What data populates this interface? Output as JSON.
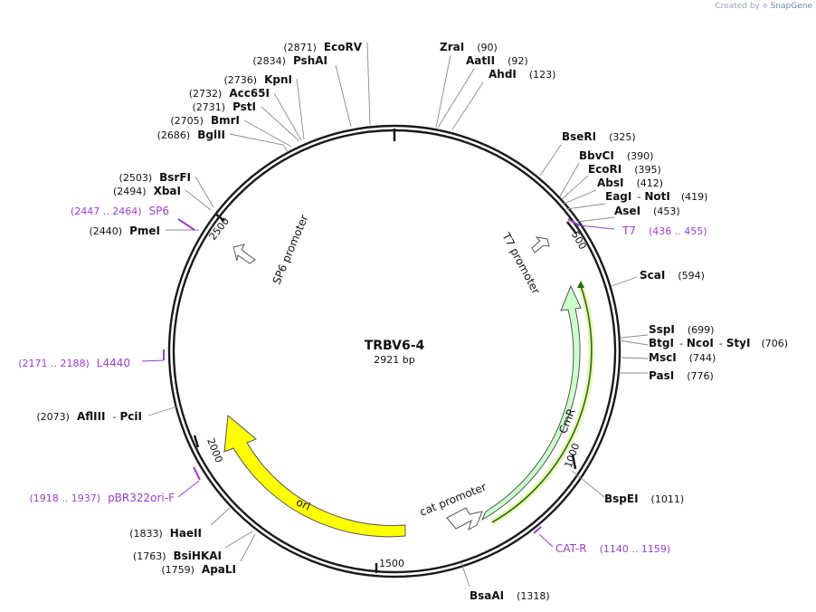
{
  "credit": {
    "prefix": "Created by",
    "brand": "SnapGene"
  },
  "plasmid": {
    "name": "TRBV6-4",
    "length_label": "2921 bp",
    "length": 2921
  },
  "ticks": [
    {
      "pos": 500,
      "label": "500"
    },
    {
      "pos": 1000,
      "label": "1000"
    },
    {
      "pos": 1500,
      "label": "1500"
    },
    {
      "pos": 2000,
      "label": "2000"
    },
    {
      "pos": 2500,
      "label": "2500"
    }
  ],
  "enzymes": [
    {
      "id": "ecorv",
      "parts": [
        "(2871)",
        "EcoRV"
      ],
      "pos": 2871
    },
    {
      "id": "pshai",
      "parts": [
        "(2834)",
        "PshAI"
      ],
      "pos": 2834
    },
    {
      "id": "kpni",
      "parts": [
        "(2736)",
        "KpnI"
      ],
      "pos": 2736
    },
    {
      "id": "acc65i",
      "parts": [
        "(2732)",
        "Acc65I"
      ],
      "pos": 2732
    },
    {
      "id": "psti",
      "parts": [
        "(2731)",
        "PstI"
      ],
      "pos": 2731
    },
    {
      "id": "bmri",
      "parts": [
        "(2705)",
        "BmrI"
      ],
      "pos": 2705
    },
    {
      "id": "bglii",
      "parts": [
        "(2686)",
        "BglII"
      ],
      "pos": 2686
    },
    {
      "id": "bsrfi",
      "parts": [
        "(2503)",
        "BsrFI"
      ],
      "pos": 2503
    },
    {
      "id": "xbai",
      "parts": [
        "(2494)",
        "XbaI"
      ],
      "pos": 2494
    },
    {
      "id": "pmei",
      "parts": [
        "(2440)",
        "PmeI"
      ],
      "pos": 2440
    },
    {
      "id": "aflIII",
      "parts": [
        "(2073)",
        "AflIII",
        "-",
        "PciI"
      ],
      "pos": 2073
    },
    {
      "id": "haeii",
      "parts": [
        "(1833)",
        "HaeII"
      ],
      "pos": 1833
    },
    {
      "id": "bsihkai",
      "parts": [
        "(1763)",
        "BsiHKAI"
      ],
      "pos": 1763
    },
    {
      "id": "apali",
      "parts": [
        "(1759)",
        "ApaLI"
      ],
      "pos": 1759
    },
    {
      "id": "zrai",
      "parts": [
        "ZraI",
        "(90)"
      ],
      "pos": 90
    },
    {
      "id": "aatii",
      "parts": [
        "AatII",
        "(92)"
      ],
      "pos": 92
    },
    {
      "id": "ahdi",
      "parts": [
        "AhdI",
        "(123)"
      ],
      "pos": 123
    },
    {
      "id": "bseri",
      "parts": [
        "BseRI",
        "(325)"
      ],
      "pos": 325
    },
    {
      "id": "bbvci",
      "parts": [
        "BbvCI",
        "(390)"
      ],
      "pos": 390
    },
    {
      "id": "ecori",
      "parts": [
        "EcoRI",
        "(395)"
      ],
      "pos": 395
    },
    {
      "id": "absi",
      "parts": [
        "AbsI",
        "(412)"
      ],
      "pos": 412
    },
    {
      "id": "eagi",
      "parts": [
        "EagI",
        "-",
        "NotI",
        "(419)"
      ],
      "pos": 419
    },
    {
      "id": "asei",
      "parts": [
        "AseI",
        "(453)"
      ],
      "pos": 453
    },
    {
      "id": "scai",
      "parts": [
        "ScaI",
        "(594)"
      ],
      "pos": 594
    },
    {
      "id": "sspi",
      "parts": [
        "SspI",
        "(699)"
      ],
      "pos": 699
    },
    {
      "id": "btgi",
      "parts": [
        "BtgI",
        "-",
        "NcoI",
        "-",
        "StyI",
        "(706)"
      ],
      "pos": 706
    },
    {
      "id": "msci",
      "parts": [
        "MscI",
        "(744)"
      ],
      "pos": 744
    },
    {
      "id": "pasi",
      "parts": [
        "PasI",
        "(776)"
      ],
      "pos": 776
    },
    {
      "id": "bspei",
      "parts": [
        "BspEI",
        "(1011)"
      ],
      "pos": 1011
    },
    {
      "id": "bsaai",
      "parts": [
        "BsaAI",
        "(1318)"
      ],
      "pos": 1318
    }
  ],
  "primers": [
    {
      "id": "sp6",
      "parts": [
        "(2447 .. 2464)",
        "SP6"
      ],
      "start": 2447,
      "end": 2464
    },
    {
      "id": "l4440",
      "parts": [
        "(2171 .. 2188)",
        "L4440"
      ],
      "start": 2171,
      "end": 2188
    },
    {
      "id": "pbr",
      "parts": [
        "(1918 .. 1937)",
        "pBR322ori-F"
      ],
      "start": 1918,
      "end": 1937
    },
    {
      "id": "t7",
      "parts": [
        "T7",
        "(436 .. 455)"
      ],
      "start": 436,
      "end": 455
    },
    {
      "id": "catr",
      "parts": [
        "CAT-R",
        "(1140 .. 1159)"
      ],
      "start": 1140,
      "end": 1159
    }
  ],
  "features": [
    {
      "id": "sp6-promoter",
      "label": "SP6 promoter"
    },
    {
      "id": "t7-promoter",
      "label": "T7 promoter"
    },
    {
      "id": "cmr",
      "label": "CmR"
    },
    {
      "id": "ori",
      "label": "ori"
    },
    {
      "id": "cat-promoter",
      "label": "cat promoter"
    }
  ],
  "colors": {
    "backbone": "#1a1a1a",
    "primer": "#9a3fc9",
    "cmr_fill": "#ccffcc",
    "ori_fill": "#ffff00",
    "orf_line": "#2b6a12",
    "orf_glow": "#e8f7b8"
  }
}
